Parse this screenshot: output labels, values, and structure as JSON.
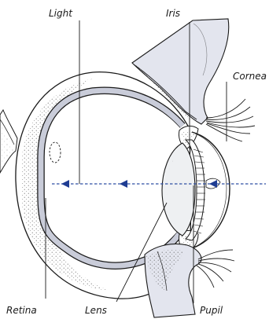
{
  "labels": {
    "light": "Light",
    "iris": "Iris",
    "cornea": "Cornea",
    "retina": "Retina",
    "lens": "Lens",
    "pupil": "Pupil"
  },
  "colors": {
    "background": "#ffffff",
    "outline": "#1a1a1a",
    "eyelid_fill": "#e3e5ee",
    "retina_band": "#c9ccd9",
    "lens_fill": "#eef0f2",
    "light_ray": "#2f4fa3",
    "arrow": "#1f3d93"
  }
}
